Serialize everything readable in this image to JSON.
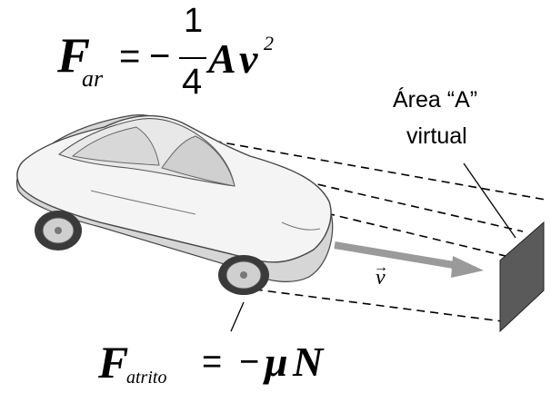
{
  "formula_air": {
    "lhs": "F",
    "lhs_sub": "ar",
    "equals": "=",
    "minus": "−",
    "numerator": "1",
    "denominator": "4",
    "area": "A",
    "velocity": "v",
    "exponent": "2"
  },
  "area_label": {
    "line1": "Área “A”",
    "line2": "virtual"
  },
  "velocity_label": {
    "arrow": "→",
    "symbol": "v"
  },
  "formula_friction": {
    "lhs": "F",
    "lhs_sub": "atrito",
    "equals": "=",
    "minus": "−",
    "mu": "μ",
    "normal": "N"
  },
  "colors": {
    "car_body": "#f4f4f4",
    "car_shade": "#d6d6d6",
    "panel": "#5a5a5a",
    "arrow": "#9a9a9a",
    "lines": "#000000"
  }
}
